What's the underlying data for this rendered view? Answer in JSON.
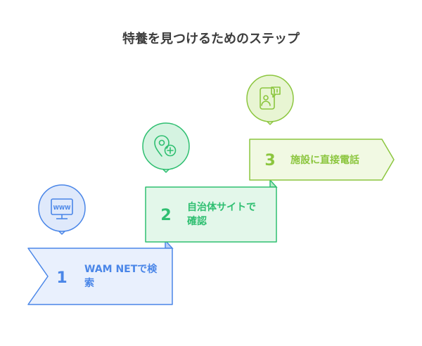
{
  "title": "特養を見つけるためのステップ",
  "steps": [
    {
      "number": "1",
      "label_line1": "WAM NETで検",
      "label_line2": "索",
      "icon": "www-monitor-icon",
      "color": "#4a86e8",
      "fill": "#e9f0fd",
      "marker_fill": "#dfe9fb"
    },
    {
      "number": "2",
      "label_line1": "自治体サイトで",
      "label_line2": "確認",
      "icon": "location-plus-icon",
      "color": "#2fbf71",
      "fill": "#e3f7ea",
      "marker_fill": "#d5f3e1"
    },
    {
      "number": "3",
      "label_line1": "施設に直接電話",
      "label_line2": "",
      "icon": "phone-call-icon",
      "color": "#8cc63f",
      "fill": "#f1f9e3",
      "marker_fill": "#e8f5d3"
    }
  ]
}
